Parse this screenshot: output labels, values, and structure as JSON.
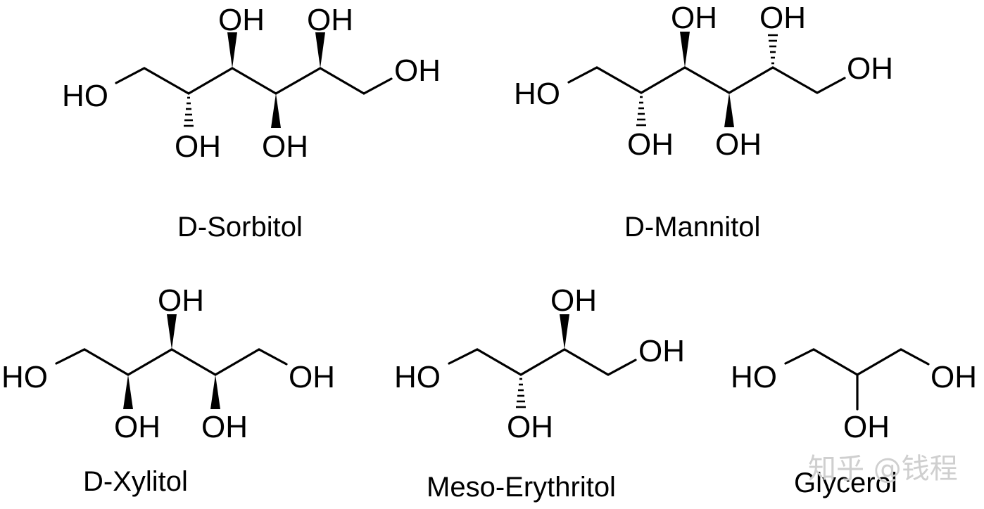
{
  "atom_label": "OH",
  "atom_label_left": "HO",
  "compounds": {
    "sorbitol": {
      "name": "D-Sorbitol"
    },
    "mannitol": {
      "name": "D-Mannitol"
    },
    "xylitol": {
      "name": "D-Xylitol"
    },
    "erythritol": {
      "name": "Meso-Erythritol"
    },
    "glycerol": {
      "name": "Glycerol"
    }
  },
  "watermark": "知乎 @钱程"
}
